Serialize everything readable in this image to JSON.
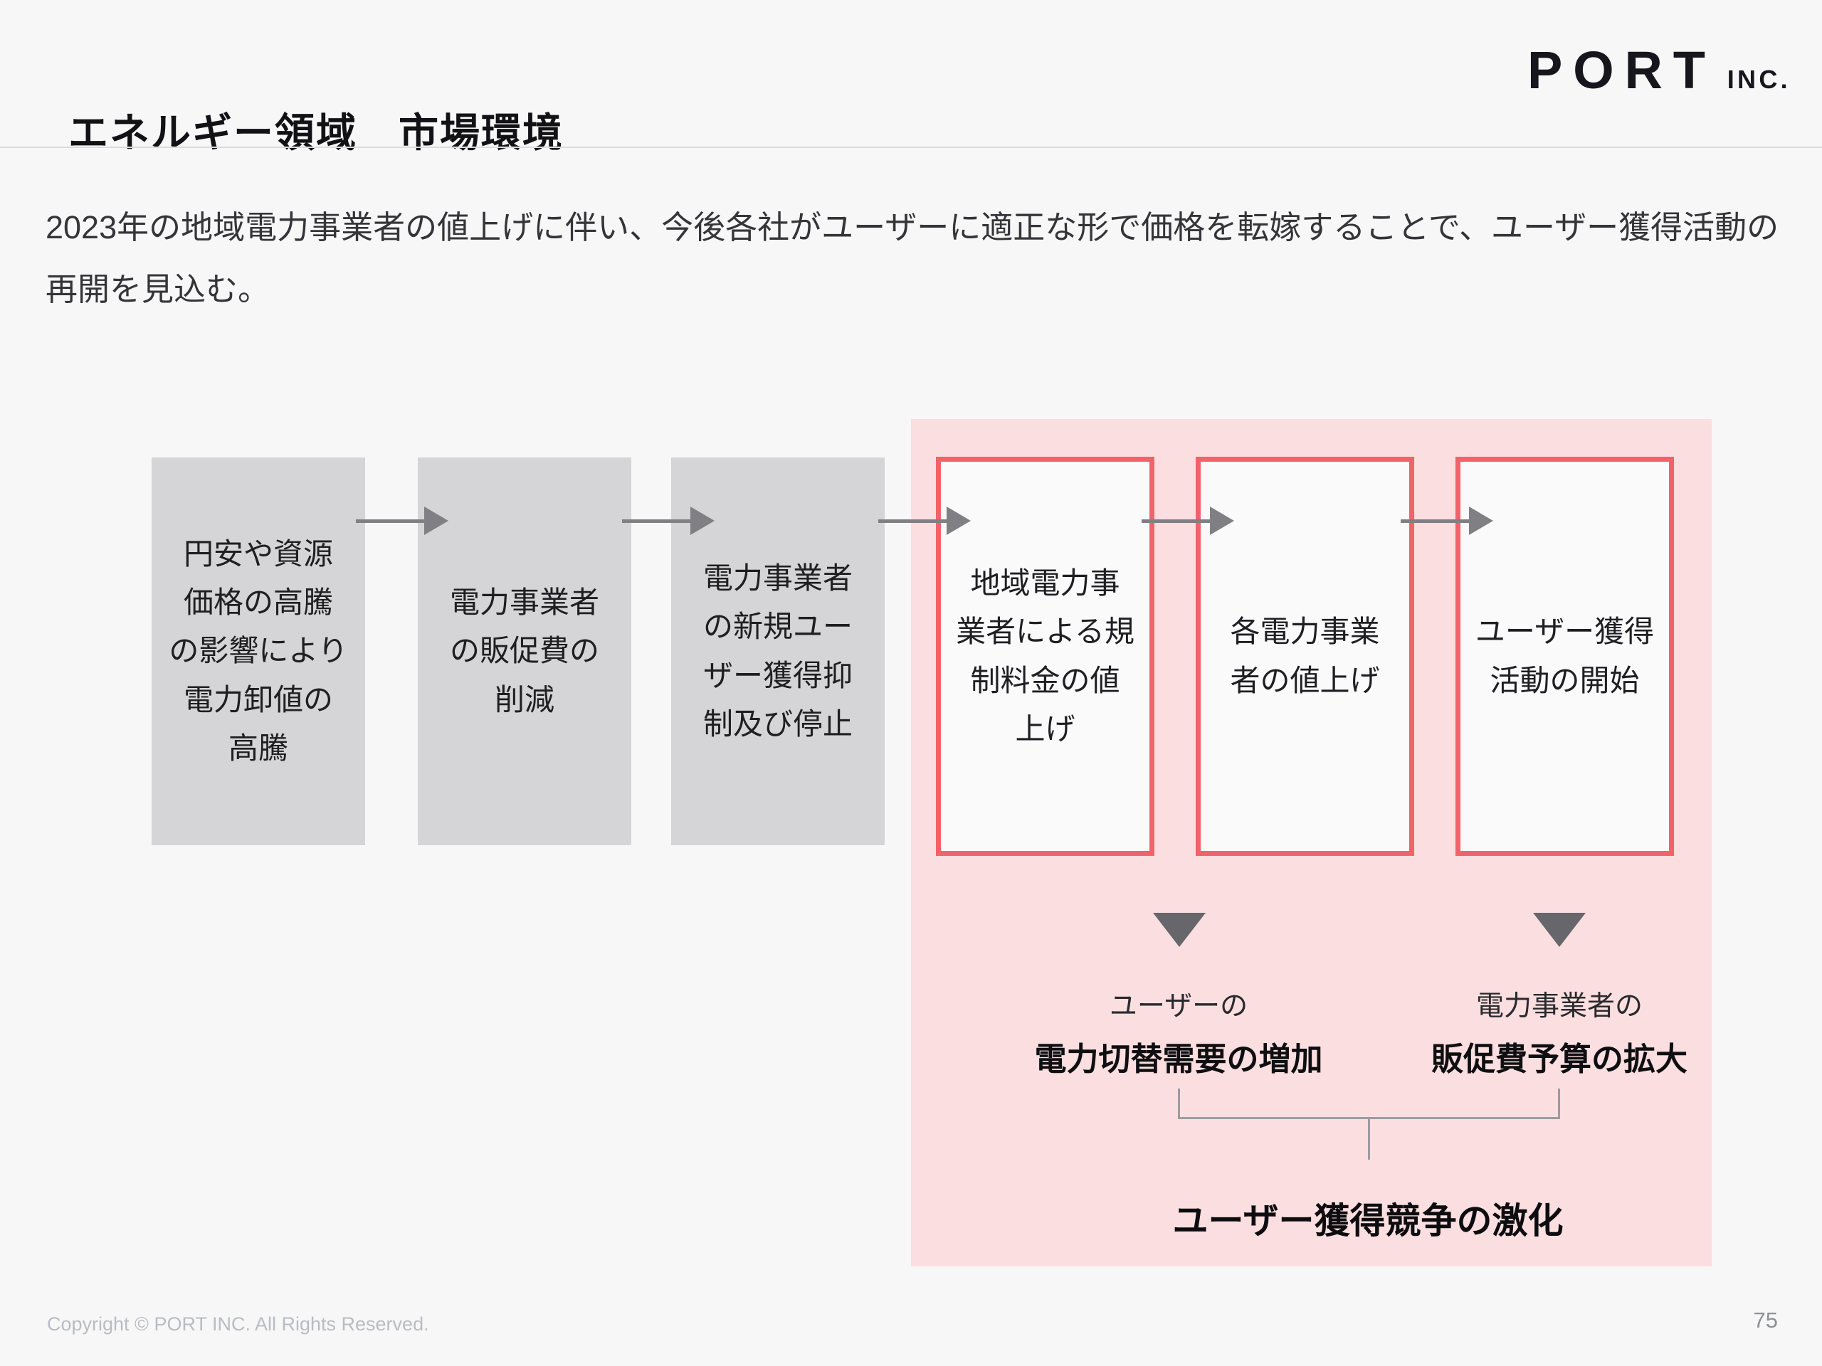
{
  "header": {
    "title": "エネルギー領域　市場環境",
    "logo": {
      "name": "PORT",
      "suffix": "INC."
    }
  },
  "lead": "2023年の地域電力事業者の値上げに伴い、今後各社がユーザーに適正な形で価格を転嫁することで、ユーザー獲得活動の再開を見込む。",
  "flow": {
    "boxes": [
      {
        "id": "box-1",
        "type": "gray",
        "label": "円安や資源\n価格の高騰\nの影響により\n電力卸値の\n高騰"
      },
      {
        "id": "box-2",
        "type": "gray",
        "label": "電力事業者\nの販促費の\n削減"
      },
      {
        "id": "box-3",
        "type": "gray",
        "label": "電力事業者\nの新規ユー\nザー獲得抑\n制及び停止"
      },
      {
        "id": "box-4",
        "type": "highlight",
        "label": "地域電力事\n業者による規\n制料金の値\n上げ"
      },
      {
        "id": "box-5",
        "type": "highlight",
        "label": "各電力事業\n者の値上げ"
      },
      {
        "id": "box-6",
        "type": "highlight",
        "label": "ユーザー獲得\n活動の開始"
      }
    ],
    "outcomes": {
      "left": {
        "prefix": "ユーザーの",
        "main": "電力切替需要の増加"
      },
      "right": {
        "prefix": "電力事業者の",
        "main": "販促費予算の拡大"
      }
    },
    "conclusion": "ユーザー獲得競争の激化"
  },
  "footer": {
    "copyright": "Copyright © PORT INC. All Rights Reserved.",
    "page": "75"
  },
  "colors": {
    "background": "#F7F7F8",
    "gray_box": "#D5D5D7",
    "highlight_panel": "#FBDEE0",
    "highlight_border": "#F2626A",
    "arrow_gray": "#808084",
    "triangle_gray": "#66666B",
    "bracket_gray": "#9C9CA0"
  }
}
